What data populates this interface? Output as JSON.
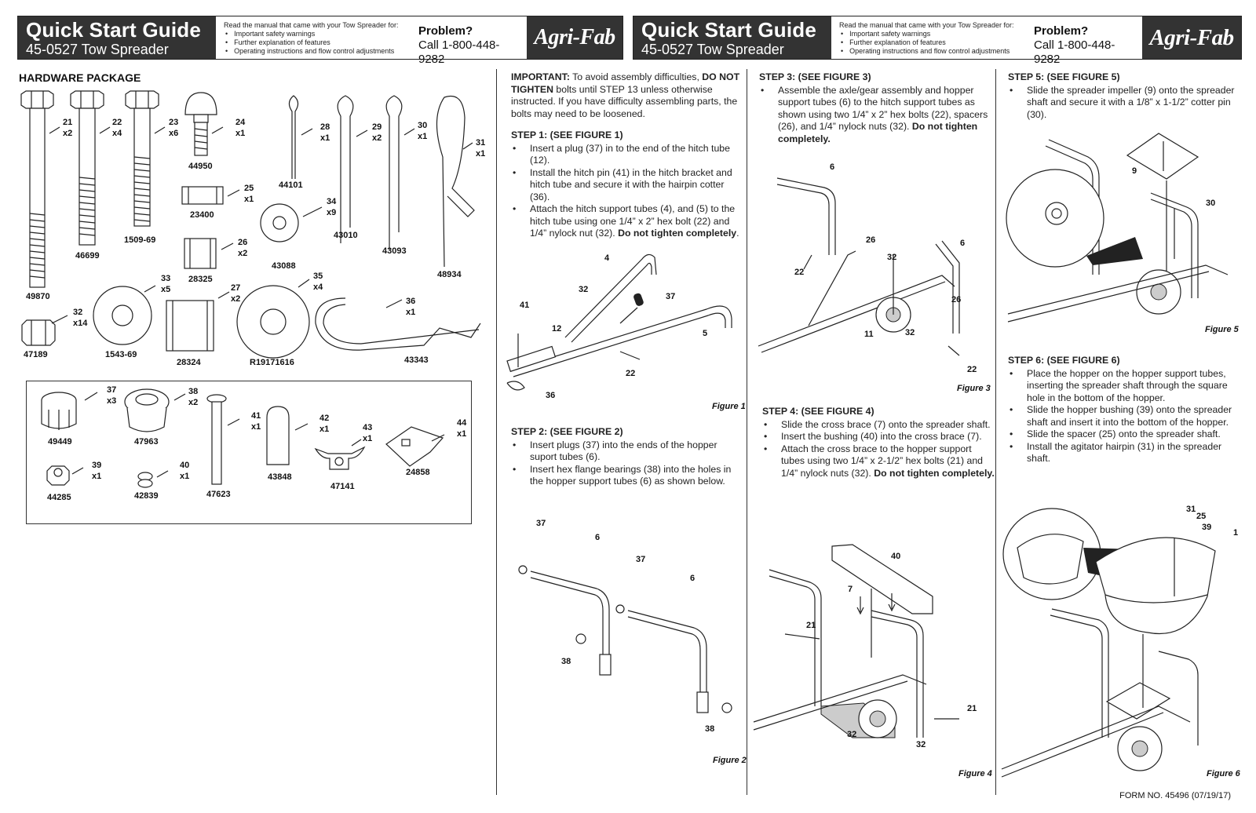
{
  "header": {
    "title": "Quick Start Guide",
    "subtitle": "45-0527 Tow Spreader",
    "read_intro": "Read the manual that came with your Tow Spreader for:",
    "read_items": [
      "Important safety warnings",
      "Further explanation of features",
      "Operating instructions and flow control adjustments"
    ],
    "problem_label": "Problem?",
    "phone": "Call 1-800-448-9282",
    "logo": "Agri-Fab"
  },
  "hardware": {
    "title": "HARDWARE PACKAGE",
    "parts": [
      {
        "label": "21\nx2",
        "number": "49870"
      },
      {
        "label": "22\nx4",
        "number": "46699"
      },
      {
        "label": "23\nx6",
        "number": "1509-69"
      },
      {
        "label": "24\nx1",
        "number": "44950"
      },
      {
        "label": "25\nx1",
        "number": "23400"
      },
      {
        "label": "26\nx2",
        "number": "28325"
      },
      {
        "label": "27\nx2",
        "number": "28324"
      },
      {
        "label": "28\nx1",
        "number": "44101"
      },
      {
        "label": "29\nx2",
        "number": "43010"
      },
      {
        "label": "30\nx1",
        "number": "43093"
      },
      {
        "label": "31\nx1",
        "number": "48934"
      },
      {
        "label": "32\nx14",
        "number": "47189"
      },
      {
        "label": "33\nx5",
        "number": "1543-69"
      },
      {
        "label": "34\nx9",
        "number": "43088"
      },
      {
        "label": "35\nx4",
        "number": "R19171616"
      },
      {
        "label": "36\nx1",
        "number": "43343"
      },
      {
        "label": "37\nx3",
        "number": "49449"
      },
      {
        "label": "38\nx2",
        "number": "47963"
      },
      {
        "label": "39\nx1",
        "number": "44285"
      },
      {
        "label": "40\nx1",
        "number": "42839"
      },
      {
        "label": "41\nx1",
        "number": "47623"
      },
      {
        "label": "42\nx1",
        "number": "43848"
      },
      {
        "label": "43\nx1",
        "number": "47141"
      },
      {
        "label": "44\nx1",
        "number": "24858"
      }
    ]
  },
  "important": {
    "lead": "IMPORTANT:",
    "t1": " To avoid assembly difficulties, ",
    "b1": "DO NOT TIGHTEN",
    "t2": " bolts until STEP 13 unless otherwise instructed. If you have difficulty assembling parts, the bolts may need to be loosened."
  },
  "steps": {
    "s1": {
      "heading": "STEP 1: (SEE FIGURE 1)",
      "b1": "Insert a plug (37) in to the end of the hitch tube (12).",
      "b2": "Install the hitch pin (41) in the hitch bracket and hitch tube and secure it with the hairpin cotter (36).",
      "b3": "Attach the hitch support tubes (4), and (5) to the hitch tube using one 1/4” x 2” hex bolt (22) and 1/4” nylock nut (32). ",
      "b3_bold": "Do not tighten completely",
      "b3_end": ".",
      "figure": "Figure 1",
      "callouts": [
        "4",
        "32",
        "37",
        "41",
        "12",
        "5",
        "22",
        "36"
      ]
    },
    "s2": {
      "heading": "STEP 2: (SEE FIGURE 2)",
      "b1": "Insert plugs (37) into the ends of the hopper suport tubes (6).",
      "b2": "Insert hex flange bearings (38) into the holes in the hopper support tubes (6) as shown below.",
      "figure": "Figure 2",
      "callouts": [
        "37",
        "6",
        "37",
        "6",
        "38",
        "38"
      ]
    },
    "s3": {
      "heading": "STEP 3: (SEE FIGURE 3)",
      "b1": "Assemble the axle/gear assembly and hopper support tubes (6) to the hitch support tubes as shown using two 1/4” x 2” hex bolts (22), spacers (26), and 1/4” nylock nuts (32). ",
      "b1_bold": "Do not tighten completely.",
      "figure": "Figure 3",
      "callouts": [
        "6",
        "26",
        "32",
        "6",
        "22",
        "11",
        "32",
        "26",
        "22"
      ]
    },
    "s4": {
      "heading": "STEP 4: (SEE FIGURE 4)",
      "b1": "Slide the cross brace (7) onto the spreader shaft.",
      "b2": "Insert the bushing (40) into the cross brace (7).",
      "b3": "Attach the cross brace to the hopper support tubes using two 1/4” x 2-1/2” hex bolts (21) and 1/4” nylock nuts (32). ",
      "b3_bold": "Do not tighten completely.",
      "figure": "Figure 4",
      "callouts": [
        "40",
        "7",
        "21",
        "21",
        "32",
        "32"
      ]
    },
    "s5": {
      "heading": "STEP 5: (SEE FIGURE 5)",
      "b1": "Slide the spreader impeller (9) onto the spreader shaft and secure it with a 1/8” x 1-1/2” cotter pin (30).",
      "figure": "Figure 5",
      "callouts": [
        "9",
        "30"
      ]
    },
    "s6": {
      "heading": "STEP 6: (SEE FIGURE 6)",
      "b1": "Place the hopper on the hopper support tubes, inserting the spreader shaft through the square hole in the bottom of the hopper.",
      "b2": "Slide the hopper bushing (39) onto the spreader shaft and insert it into the bottom of the hopper.",
      "b3": "Slide the spacer (25) onto the spreader shaft.",
      "b4": "Install the agitator hairpin (31) in the spreader shaft.",
      "figure": "Figure 6",
      "callouts": [
        "31",
        "25",
        "39",
        "1"
      ]
    }
  },
  "form_no": "FORM NO. 45496 (07/19/17)"
}
